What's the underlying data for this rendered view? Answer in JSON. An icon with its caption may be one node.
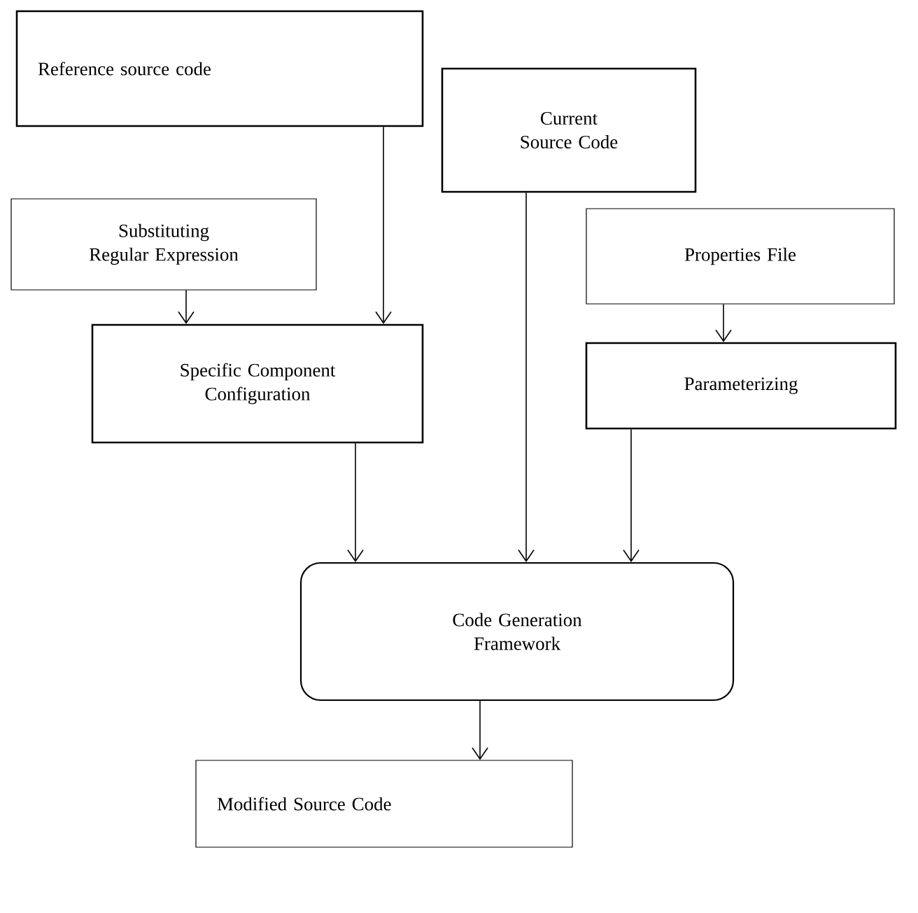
{
  "diagram": {
    "nodes": [
      {
        "text": [
          "Reference source code"
        ]
      },
      {
        "text": [
          "Current Source Code"
        ]
      },
      {
        "text": [
          "Substituting Regular Expression"
        ]
      },
      {
        "text": [
          "Properties File"
        ]
      },
      {
        "text": [
          "Specific Component Configuration"
        ]
      },
      {
        "text": [
          "Parameterizing"
        ]
      },
      {
        "text": [
          "Code Generation Framework"
        ]
      },
      {
        "text": [
          "Modified Source Code"
        ]
      }
    ],
    "edges": [
      {
        "from": 0,
        "to": 4,
        "arrow": "to"
      },
      {
        "from": 2,
        "to": 4,
        "arrow": "to"
      },
      {
        "from": 1,
        "to": 6,
        "arrow": "to"
      },
      {
        "from": 3,
        "to": 5,
        "arrow": "to"
      },
      {
        "from": 4,
        "to": 6,
        "arrow": "to"
      },
      {
        "from": 5,
        "to": 6,
        "arrow": "to"
      },
      {
        "from": 6,
        "to": 7,
        "arrow": "to"
      }
    ]
  }
}
